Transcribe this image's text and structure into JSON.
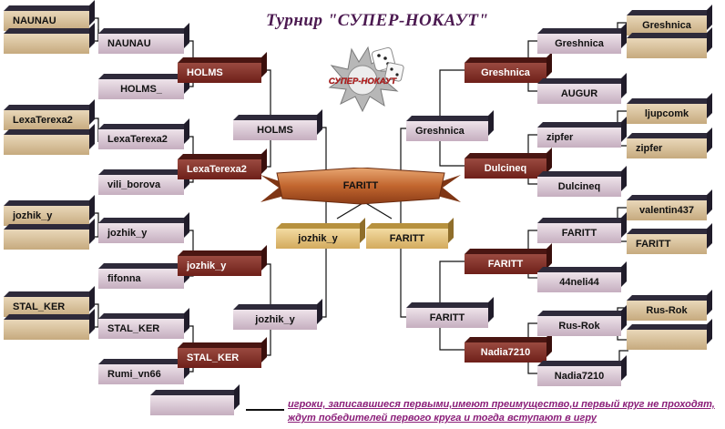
{
  "title": "Турнир \"СУПЕР-НОКАУТ\"",
  "logo_text": "СУПЕР-НОКАУТ",
  "final_winner": "FARITT",
  "finalists": [
    "jozhik_y",
    "FARITT"
  ],
  "left": {
    "round0": [
      "NAUNAU",
      "",
      "LexaTerexa2",
      "",
      "jozhik_y",
      "",
      "STAL_KER",
      ""
    ],
    "round1": [
      "NAUNAU",
      "HOLMS_",
      "LexaTerexa2",
      "vili_borova",
      "jozhik_y",
      "fifonna",
      "STAL_KER",
      "Rumi_vn66"
    ],
    "round2": [
      "HOLMS",
      "LexaTerexa2",
      "jozhik_y",
      "STAL_KER"
    ],
    "round3": [
      "HOLMS",
      "jozhik_y"
    ]
  },
  "right": {
    "round0": [
      "Greshnica",
      "",
      "ljupcomk",
      "zipfer",
      "valentin437",
      "FARITT",
      "Rus-Rok",
      ""
    ],
    "round1": [
      "Greshnica",
      "AUGUR",
      "zipfer",
      "Dulcineq",
      "FARITT",
      "44neli44",
      "Rus-Rok",
      "Nadia7210"
    ],
    "round2": [
      "Greshnica",
      "Dulcineq",
      "FARITT",
      "Nadia7210"
    ],
    "round3": [
      "Greshnica",
      "FARITT"
    ]
  },
  "legend_slot": "",
  "note": "игроки, записавшиеся первыми,имеют преимущество,и первый круг не проходят, ждут победителей первого круга и тогда вступают в игру",
  "colors": {
    "beige": "#c6aa7e",
    "mauve": "#c5aebf",
    "red": "#6e1f19",
    "gold": "#d3aa5d",
    "banner": "#c2662f",
    "title": "#4b1950",
    "note": "#8a1d78"
  }
}
